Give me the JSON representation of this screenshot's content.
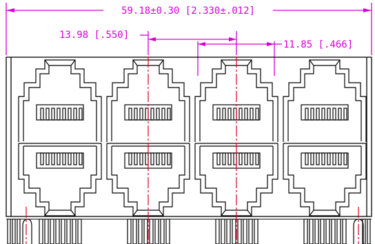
{
  "colors": {
    "outline": "#000000",
    "dimension": "#d400d4",
    "centerline": "#e0001a",
    "background": "#ffffff"
  },
  "dimensions": {
    "overall": "59.18±0.30 [2.330±.012]",
    "pitch": "13.98 [.550]",
    "port_width": "11.85 [.466]"
  },
  "ports": {
    "columns": 4,
    "rows": 2
  }
}
